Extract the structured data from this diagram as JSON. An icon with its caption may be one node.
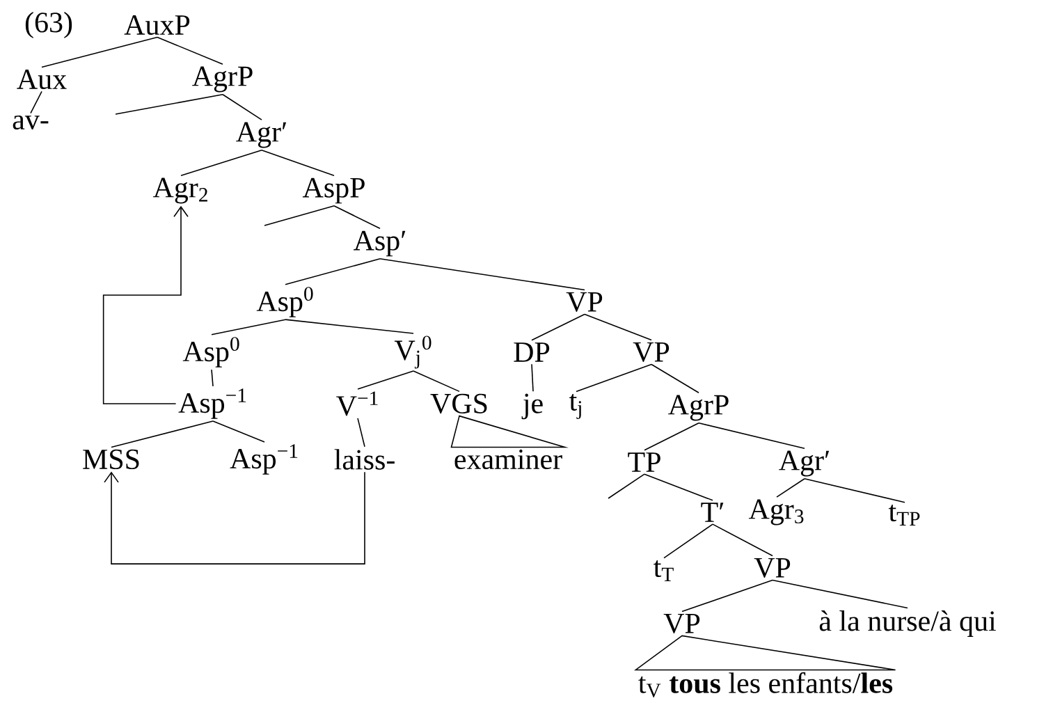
{
  "diagram": {
    "nodes": [
      {
        "text": [
          "AuxP"
        ]
      },
      {
        "text": [
          "Aux"
        ]
      },
      {
        "text": [
          "AgrP"
        ]
      },
      {
        "text": [
          "av-"
        ]
      },
      {
        "text": [
          "Agr′"
        ]
      },
      {
        "text": [
          "Agr$_{2}$"
        ]
      },
      {
        "text": [
          "AspP"
        ]
      },
      {
        "text": [
          "Asp′"
        ]
      },
      {
        "text": [
          "Asp$^{0}$"
        ]
      },
      {
        "text": [
          "VP"
        ]
      },
      {
        "text": [
          "Asp$^{0}$"
        ]
      },
      {
        "text": [
          "V$_{j}$$^{0}$"
        ]
      },
      {
        "text": [
          "DP"
        ]
      },
      {
        "text": [
          "VP"
        ]
      },
      {
        "text": [
          "Asp$^{−1}$"
        ]
      },
      {
        "text": [
          "V$^{−1}$"
        ]
      },
      {
        "text": [
          "VGS"
        ]
      },
      {
        "text": [
          "je"
        ]
      },
      {
        "text": [
          "t$_{j}$"
        ]
      },
      {
        "text": [
          "AgrP"
        ]
      },
      {
        "text": [
          "MSS"
        ]
      },
      {
        "text": [
          "Asp$^{−1}$"
        ]
      },
      {
        "text": [
          "laiss-"
        ]
      },
      {
        "text": [
          "examiner"
        ]
      },
      {
        "text": [
          "TP"
        ]
      },
      {
        "text": [
          "Agr′"
        ]
      },
      {
        "text": [
          "T′"
        ]
      },
      {
        "text": [
          "Agr$_{3}$"
        ]
      },
      {
        "text": [
          "t$_{TP}$"
        ]
      },
      {
        "text": [
          "t$_{T}$"
        ]
      },
      {
        "text": [
          "VP"
        ]
      },
      {
        "text": [
          "VP"
        ]
      },
      {
        "text": [
          "à la nurse/à qui"
        ]
      },
      {
        "text": [
          "t$_{V}$ **tous** les enfants/**les**"
        ]
      }
    ],
    "edges": [
      {
        "from": 0,
        "to": 1,
        "arrow": "none"
      },
      {
        "from": 0,
        "to": 2,
        "arrow": "none"
      },
      {
        "from": 1,
        "to": 3,
        "arrow": "none"
      },
      {
        "from": 2,
        "to": null,
        "arrow": "none"
      },
      {
        "from": 2,
        "to": 4,
        "arrow": "none"
      },
      {
        "from": 4,
        "to": 5,
        "arrow": "none"
      },
      {
        "from": 4,
        "to": 6,
        "arrow": "none"
      },
      {
        "from": 6,
        "to": null,
        "arrow": "none"
      },
      {
        "from": 6,
        "to": 7,
        "arrow": "none"
      },
      {
        "from": 7,
        "to": 8,
        "arrow": "none"
      },
      {
        "from": 7,
        "to": 9,
        "arrow": "none"
      },
      {
        "from": 8,
        "to": 10,
        "arrow": "none"
      },
      {
        "from": 8,
        "to": 11,
        "arrow": "none"
      },
      {
        "from": 9,
        "to": 12,
        "arrow": "none"
      },
      {
        "from": 9,
        "to": 13,
        "arrow": "none"
      },
      {
        "from": 10,
        "to": 14,
        "arrow": "none"
      },
      {
        "from": 11,
        "to": 15,
        "arrow": "none"
      },
      {
        "from": 11,
        "to": 16,
        "arrow": "none"
      },
      {
        "from": 12,
        "to": 17,
        "arrow": "none"
      },
      {
        "from": 13,
        "to": 18,
        "arrow": "none"
      },
      {
        "from": 13,
        "to": 19,
        "arrow": "none"
      },
      {
        "from": 14,
        "to": 20,
        "arrow": "none"
      },
      {
        "from": 14,
        "to": 21,
        "arrow": "none"
      },
      {
        "from": 15,
        "to": 22,
        "arrow": "none"
      },
      {
        "from": 16,
        "to": 23,
        "arrow": "none"
      },
      {
        "from": 19,
        "to": 24,
        "arrow": "none"
      },
      {
        "from": 19,
        "to": 25,
        "arrow": "none"
      },
      {
        "from": 24,
        "to": null,
        "arrow": "none"
      },
      {
        "from": 24,
        "to": 26,
        "arrow": "none"
      },
      {
        "from": 25,
        "to": 27,
        "arrow": "none"
      },
      {
        "from": 25,
        "to": 28,
        "arrow": "none"
      },
      {
        "from": 26,
        "to": 29,
        "arrow": "none"
      },
      {
        "from": 26,
        "to": 30,
        "arrow": "none"
      },
      {
        "from": 30,
        "to": 31,
        "arrow": "none"
      },
      {
        "from": 30,
        "to": 32,
        "arrow": "none"
      },
      {
        "from": 31,
        "to": 33,
        "arrow": "none"
      },
      {
        "from": 14,
        "to": 5,
        "arrow": "to"
      },
      {
        "from": 22,
        "to": 20,
        "arrow": "to"
      }
    ],
    "labels": [
      "(63)"
    ]
  }
}
